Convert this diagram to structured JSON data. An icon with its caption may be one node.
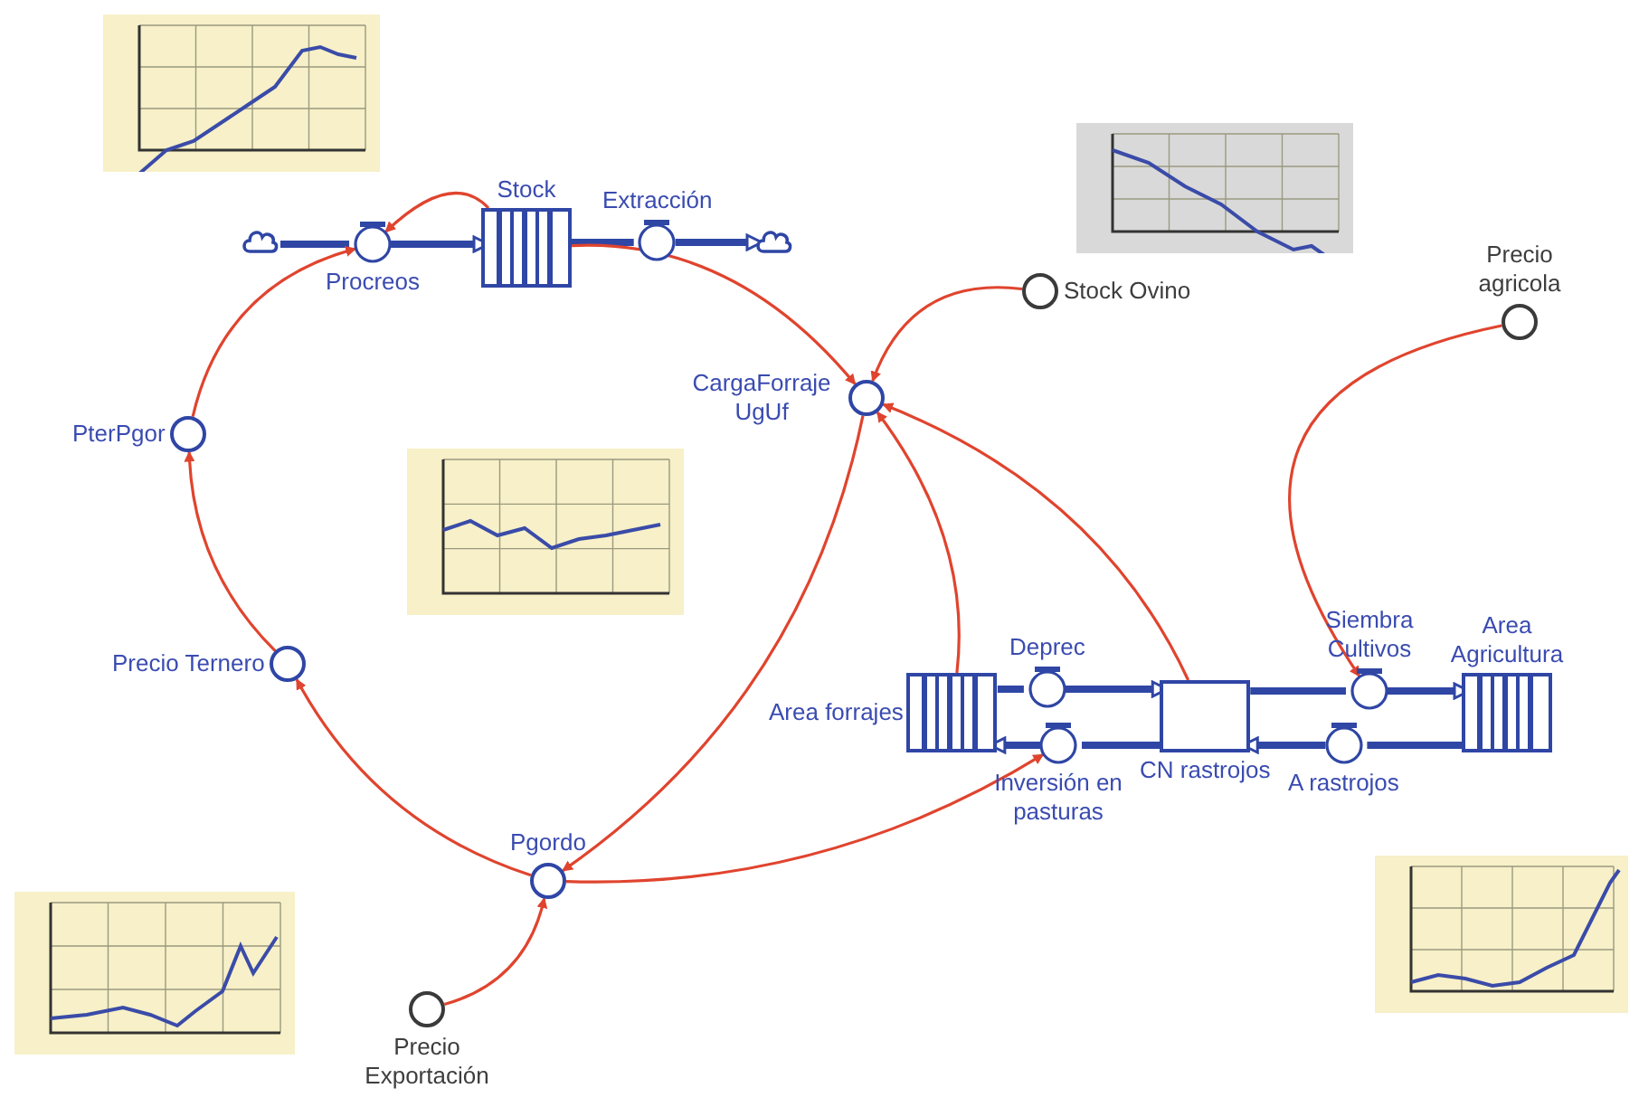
{
  "diagram": {
    "nodes": [
      {
        "text": [
          "Stock"
        ]
      },
      {
        "text": [
          "Procreos"
        ]
      },
      {
        "text": [
          "Extracción"
        ]
      },
      {
        "text": [],
        "shape": "cloud"
      },
      {
        "text": [],
        "shape": "cloud"
      },
      {
        "text": [
          "PterPgor"
        ]
      },
      {
        "text": [
          "Precio Ternero"
        ]
      },
      {
        "text": [
          "Pgordo"
        ]
      },
      {
        "text": [
          "Precio Exportación"
        ]
      },
      {
        "text": [
          "CargaForraje UgUf"
        ]
      },
      {
        "text": [
          "Stock Ovino"
        ]
      },
      {
        "text": [
          "Precio agricola"
        ]
      },
      {
        "text": [
          "Area forrajes"
        ]
      },
      {
        "text": [
          "Deprec"
        ]
      },
      {
        "text": [
          "Inversión en pasturas"
        ]
      },
      {
        "text": [
          "CN rastrojos"
        ]
      },
      {
        "text": [
          "Siembra Cultivos"
        ]
      },
      {
        "text": [
          "A rastrojos"
        ]
      },
      {
        "text": [
          "Area Agricultura"
        ]
      }
    ],
    "edges": [
      {
        "from": 3,
        "to": 1,
        "arrow": "none",
        "style": "thick",
        "color": "#2f46a5"
      },
      {
        "from": 1,
        "to": 0,
        "arrow": "to",
        "style": "thick",
        "color": "#2f46a5"
      },
      {
        "from": 0,
        "to": 2,
        "arrow": "none",
        "style": "thick",
        "color": "#2f46a5"
      },
      {
        "from": 2,
        "to": 4,
        "arrow": "to",
        "style": "thick",
        "color": "#2f46a5"
      },
      {
        "from": 12,
        "to": 13,
        "arrow": "none",
        "style": "thick",
        "color": "#2f46a5"
      },
      {
        "from": 13,
        "to": 15,
        "arrow": "to",
        "style": "thick",
        "color": "#2f46a5"
      },
      {
        "from": 15,
        "to": 14,
        "arrow": "none",
        "style": "thick",
        "color": "#2f46a5"
      },
      {
        "from": 14,
        "to": 12,
        "arrow": "to",
        "style": "thick",
        "color": "#2f46a5"
      },
      {
        "from": 15,
        "to": 16,
        "arrow": "none",
        "style": "thick",
        "color": "#2f46a5"
      },
      {
        "from": 16,
        "to": 18,
        "arrow": "to",
        "style": "thick",
        "color": "#2f46a5"
      },
      {
        "from": 18,
        "to": 17,
        "arrow": "none",
        "style": "thick",
        "color": "#2f46a5"
      },
      {
        "from": 17,
        "to": 15,
        "arrow": "to",
        "style": "thick",
        "color": "#2f46a5"
      },
      {
        "from": 0,
        "to": 1,
        "arrow": "to",
        "color": "#e0442e"
      },
      {
        "from": 5,
        "to": 1,
        "arrow": "to",
        "color": "#e0442e"
      },
      {
        "from": 6,
        "to": 5,
        "arrow": "to",
        "color": "#e0442e"
      },
      {
        "from": 7,
        "to": 6,
        "arrow": "to",
        "color": "#e0442e"
      },
      {
        "from": 8,
        "to": 7,
        "arrow": "to",
        "color": "#e0442e"
      },
      {
        "from": 0,
        "to": 9,
        "arrow": "to",
        "color": "#e0442e"
      },
      {
        "from": 10,
        "to": 9,
        "arrow": "to",
        "color": "#e0442e"
      },
      {
        "from": 12,
        "to": 9,
        "arrow": "to",
        "color": "#e0442e"
      },
      {
        "from": 15,
        "to": 9,
        "arrow": "to",
        "color": "#e0442e"
      },
      {
        "from": 9,
        "to": 7,
        "arrow": "to",
        "color": "#e0442e"
      },
      {
        "from": 7,
        "to": 14,
        "arrow": "to",
        "color": "#e0442e"
      },
      {
        "from": 11,
        "to": 16,
        "arrow": "to",
        "color": "#e0442e"
      }
    ]
  }
}
